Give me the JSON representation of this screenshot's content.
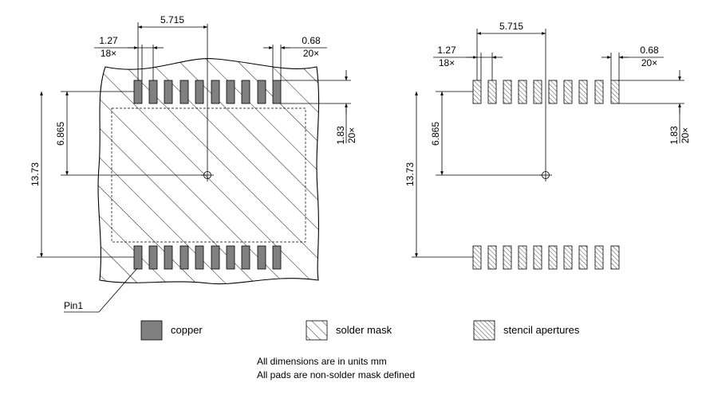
{
  "left_view": {
    "dims": {
      "center_pitch": "5.715",
      "pitch": "1.27",
      "pitch_count": "18×",
      "pad_width": "0.68",
      "pad_width_count": "20×",
      "pad_length": "1.83",
      "pad_length_count": "20×",
      "half_span": "6.865",
      "full_span": "13.73"
    },
    "pin1_label": "Pin1"
  },
  "right_view": {
    "dims": {
      "center_pitch": "5.715",
      "pitch": "1.27",
      "pitch_count": "18×",
      "pad_width": "0.68",
      "pad_width_count": "20×",
      "pad_length": "1.83",
      "pad_length_count": "20×",
      "half_span": "6.865",
      "full_span": "13.73"
    }
  },
  "legend": {
    "copper": "copper",
    "solder_mask": "solder mask",
    "stencil": "stencil apertures"
  },
  "notes": {
    "line1": "All dimensions are in units mm",
    "line2": "All pads are non-solder mask defined"
  }
}
